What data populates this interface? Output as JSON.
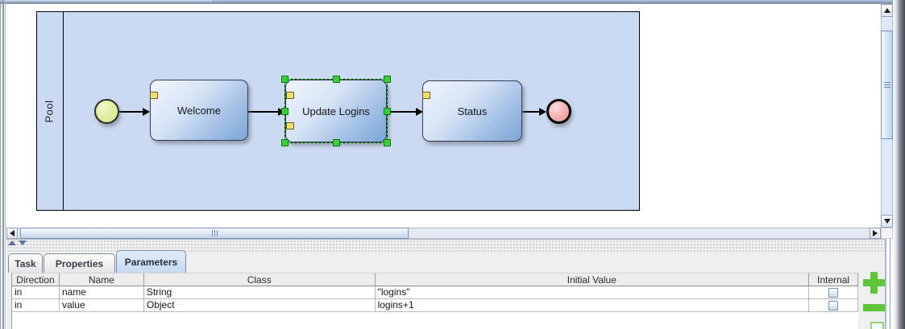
{
  "diagram": {
    "pool_label": "Pool",
    "tasks": [
      {
        "label": "Welcome",
        "selected": false
      },
      {
        "label": "Update Logins",
        "selected": true
      },
      {
        "label": "Status",
        "selected": false
      }
    ],
    "events": {
      "start": "start-event",
      "end": "end-event"
    }
  },
  "panel": {
    "tabs": [
      {
        "label": "Task",
        "selected": false
      },
      {
        "label": "Properties",
        "selected": false
      },
      {
        "label": "Parameters",
        "selected": true
      }
    ],
    "table": {
      "columns": [
        "Direction",
        "Name",
        "Class",
        "Initial Value",
        "Internal"
      ],
      "rows": [
        {
          "direction": "in",
          "name": "name",
          "class": "String",
          "initial_value": "\"logins\"",
          "internal_checked": false
        },
        {
          "direction": "in",
          "name": "value",
          "class": "Object",
          "initial_value": "logins+1",
          "internal_checked": false
        }
      ]
    },
    "icons": {
      "add": "plus-icon",
      "remove": "minus-icon"
    }
  },
  "colors": {
    "pool_fill": "#ccd9f2",
    "task_gradient_start": "#f0f5fd",
    "task_gradient_end": "#7ca5d5",
    "start_event_fill": "#d9ec98",
    "end_event_fill": "#ee9a9a",
    "selection_green": "#3bd03b",
    "marker_yellow": "#ecdf6e",
    "button_green": "#5fc438",
    "tab_selected_fill": "#c6daf2"
  }
}
